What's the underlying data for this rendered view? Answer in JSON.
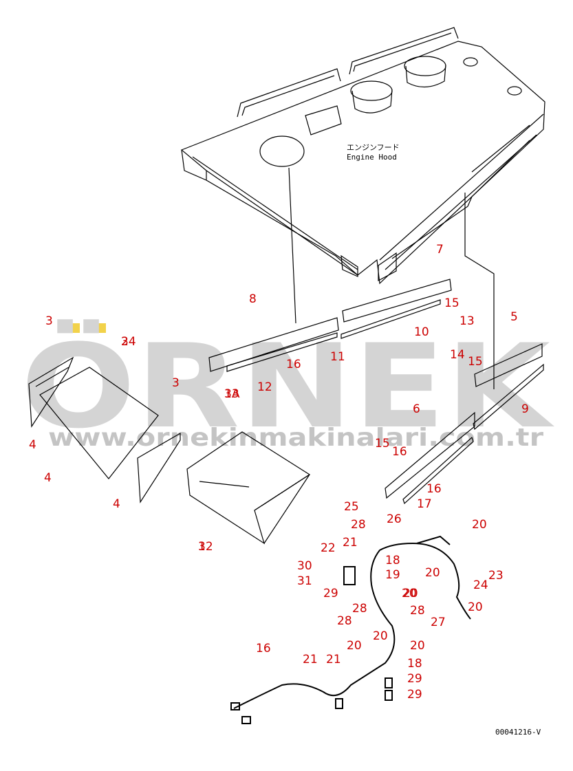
{
  "watermark": {
    "brand": "ÖRNEK",
    "url": "www.ornekinmakinalari.com.tr",
    "color": "#c8c8c8",
    "accent": "#f2d24a"
  },
  "hood_label": {
    "jp": "エンジンフード",
    "en": "Engine Hood"
  },
  "drawing_number": "00041216-V",
  "callout_color": "#cc0000",
  "callouts": [
    "1",
    "1A",
    "2",
    "3",
    "3",
    "4",
    "4",
    "4",
    "5",
    "6",
    "7",
    "8",
    "9",
    "10",
    "11",
    "12",
    "13",
    "14",
    "15",
    "15",
    "15",
    "16",
    "16",
    "16",
    "16",
    "17",
    "18",
    "18",
    "19",
    "20",
    "20",
    "20",
    "20",
    "20",
    "20",
    "20",
    "20",
    "21",
    "21",
    "21",
    "22",
    "23",
    "24",
    "25",
    "26",
    "27",
    "28",
    "28",
    "28",
    "28",
    "29",
    "29",
    "29",
    "30",
    "31",
    "32",
    "33",
    "34"
  ]
}
